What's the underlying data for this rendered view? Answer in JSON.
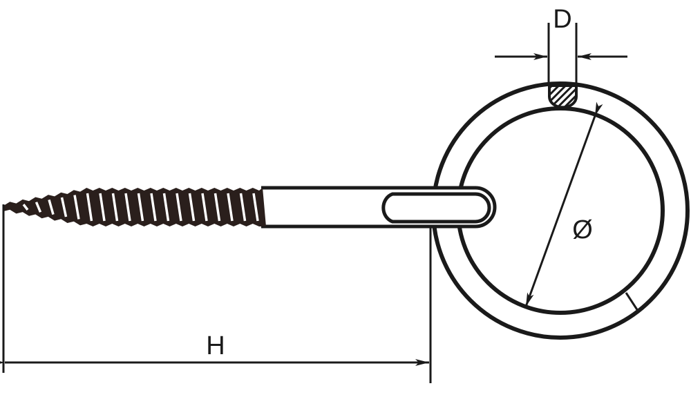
{
  "diagram": {
    "labels": {
      "length": "H",
      "wire_diameter": "D",
      "ring_diameter": "Ø"
    },
    "colors": {
      "line": "#1a1a1a",
      "thread": "#2a1f1c",
      "background": "#ffffff"
    }
  }
}
